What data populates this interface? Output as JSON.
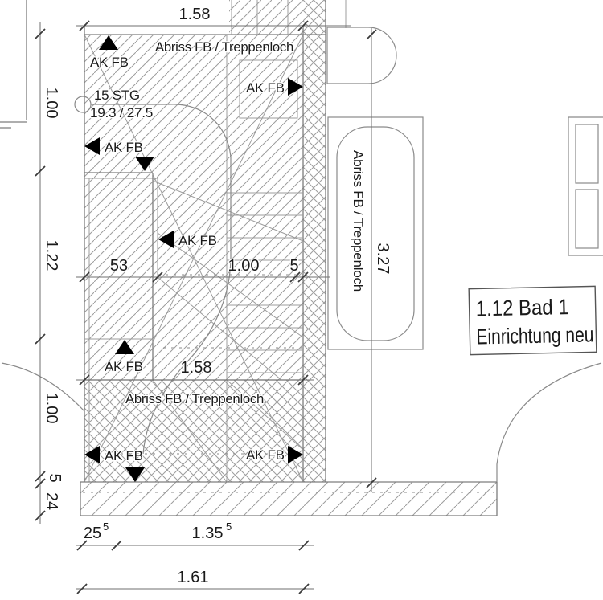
{
  "drawing": {
    "annotations": {
      "demolition_top": "Abriss FB / Treppenloch",
      "demolition_bottom": "Abriss FB / Treppenloch",
      "demolition_wall_vertical": "Abriss FB / Treppenloch",
      "edge_marker": "AK FB",
      "stair_count": "15 STG",
      "stair_rise_run": "19.3 / 27.5",
      "room_number": "1.12 Bad 1",
      "room_note": "Einrichtung neu"
    },
    "dimensions": {
      "top_width": "1.58",
      "left_upper": "1.00",
      "left_middle": "1.22",
      "left_lower": "1.00",
      "left_step": "5",
      "left_wall": "24",
      "mid_left": "53",
      "mid_center": "1.00",
      "mid_right": "5",
      "lower_width": "1.58",
      "right_height": "3.27",
      "bottom_left": "25",
      "bottom_left_sup": "5",
      "bottom_center": "1.35",
      "bottom_center_sup": "5",
      "bottom_total": "1.61"
    },
    "colors": {
      "line": "#7d7d7d",
      "hatch": "#9c9c9c",
      "text": "#1a1a1a",
      "marker": "#000000"
    }
  }
}
